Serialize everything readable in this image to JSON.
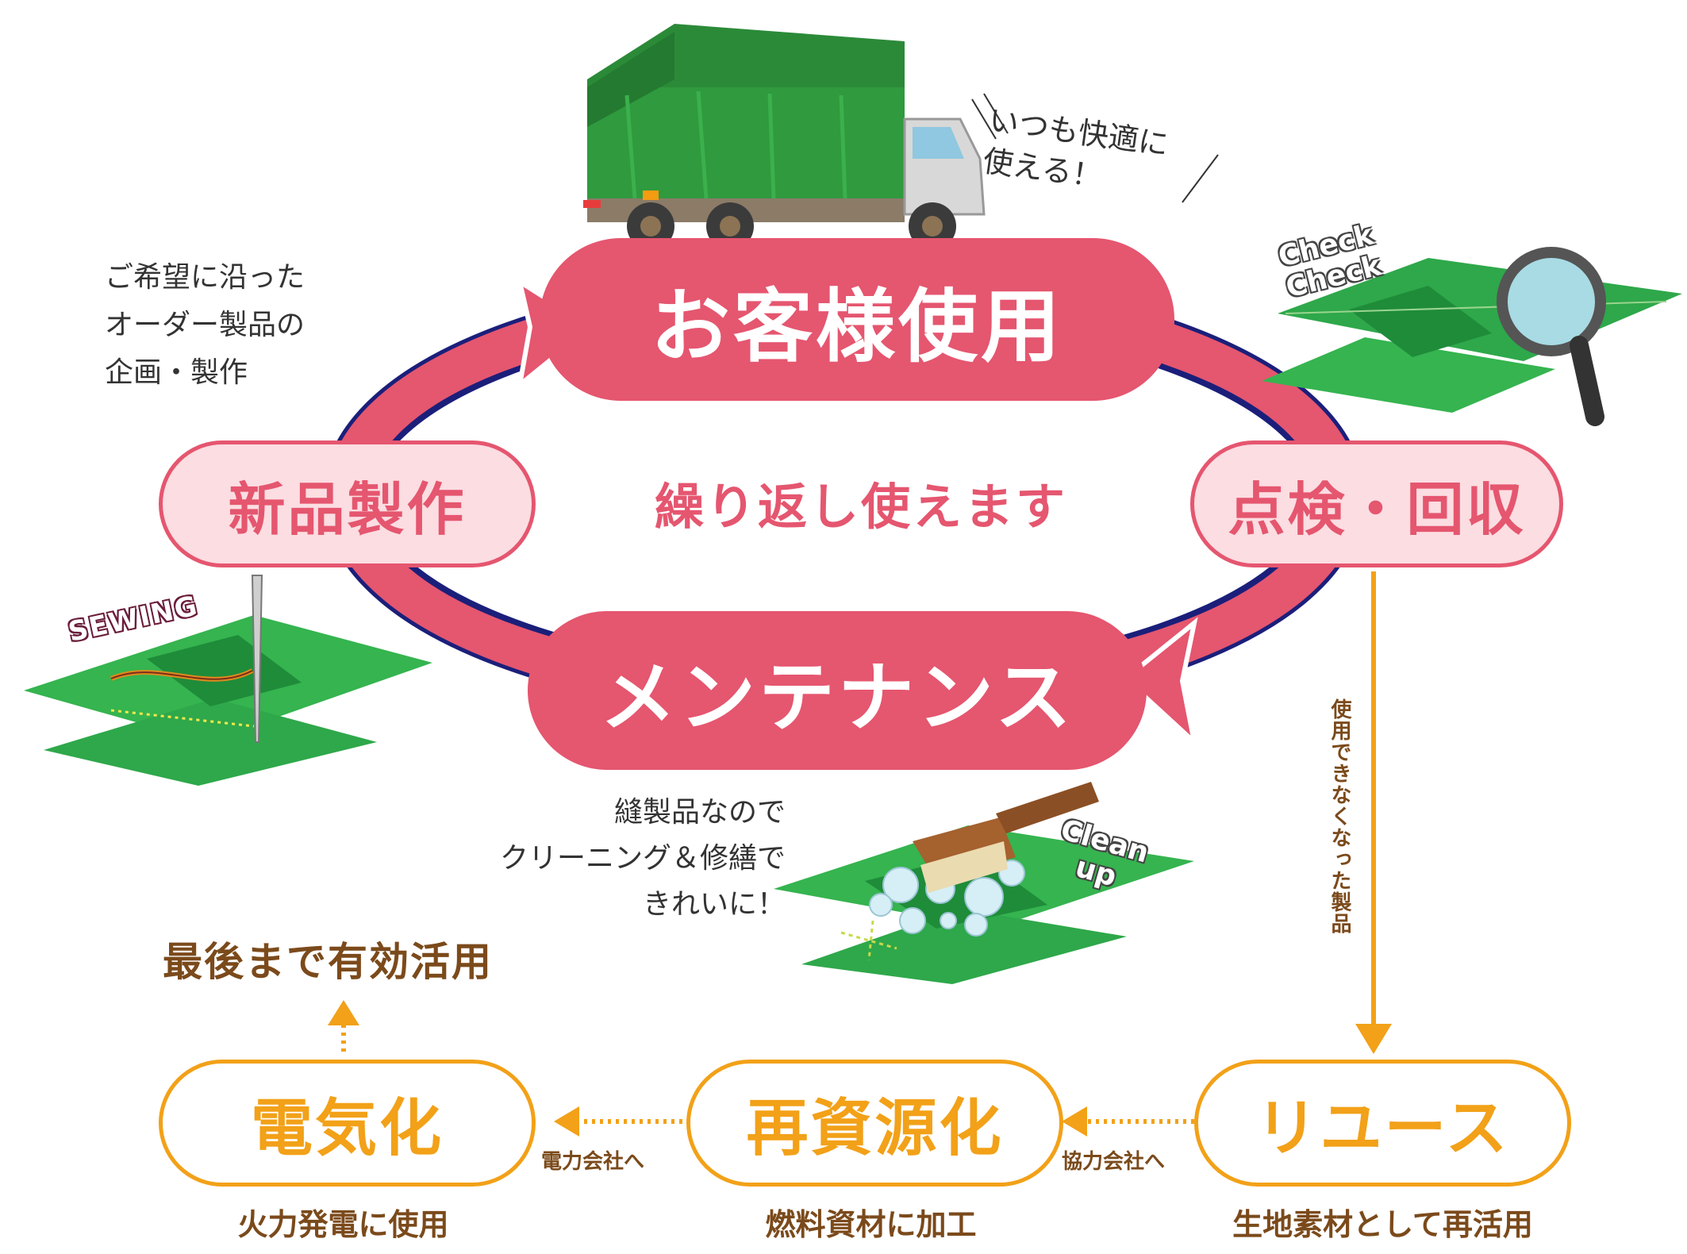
{
  "cycle": {
    "customer_use": "お客様使用",
    "new_production": "新品製作",
    "inspection_collection": "点検・回収",
    "maintenance": "メンテナンス",
    "center_text": "繰り返し使えます"
  },
  "notes": {
    "customer_comfort": "いつも快適に\n使える！",
    "order_planning": "ご希望に沿った\nオーダー製品の\n企画・製作",
    "cleaning_repair": "縫製品なので\nクリーニング＆修繕で\nきれいに！"
  },
  "illustration_tags": {
    "check": "Check\nCheck",
    "sewing": "SEWING",
    "clean_up": "Clean\nup"
  },
  "unusable_label": "使用できなくなった製品",
  "recycling": {
    "reuse": "リユース",
    "reuse_caption": "生地素材として再活用",
    "to_partner": "協力会社へ",
    "recycle": "再資源化",
    "recycle_caption": "燃料資材に加工",
    "to_power_company": "電力会社へ",
    "electricity": "電気化",
    "electricity_caption": "火力発電に使用",
    "final": "最後まで有効活用"
  },
  "colors": {
    "pink": "#e5566f",
    "pink_light": "#fbdde2",
    "navy": "#1b1f7a",
    "orange": "#f2a118",
    "brown": "#7b4a1b",
    "green": "#2ea84a"
  }
}
